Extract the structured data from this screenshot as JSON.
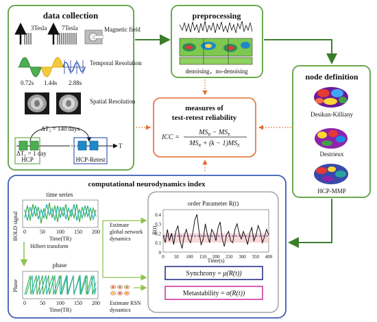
{
  "data_collection": {
    "title": "data collection",
    "mri": {
      "t3": "3Tesla",
      "t7": "7Tesla",
      "magnetic": "Magnetic field"
    },
    "temporal": {
      "label": "Temporal Resolution",
      "times": [
        "0.72s",
        "1.44s",
        "2.88s"
      ]
    },
    "spatial": {
      "label": "Spatial Resolution"
    },
    "timeline": {
      "dt2": "ΔT₂ = 140 days",
      "dt1": "ΔT₁ = 1 day",
      "t_axis": "T",
      "hcp": "HCP",
      "retest": "HCP-Retest"
    }
  },
  "preprocessing": {
    "title": "preprocessing",
    "caption": "denoising，no-denoising"
  },
  "node_definition": {
    "title": "node definition",
    "atlases": [
      "Desikan-Killiany",
      "Destrieux",
      "HCP-MMP"
    ]
  },
  "measures": {
    "title_line1": "measures of",
    "title_line2": "test-retest reliability"
  },
  "neuro": {
    "title": "computational neurodynamics index",
    "ts": {
      "title": "time series",
      "ylabel": "BOLD signal",
      "xlabel": "Time(TR)",
      "ticks": [
        "0",
        "50",
        "100",
        "150",
        "200"
      ]
    },
    "hilbert": "Hilbert transform",
    "phase": {
      "title": "phase",
      "ylabel": "Phase",
      "xlabel": "Time(TR)",
      "ticks": [
        "0",
        "50",
        "100",
        "150",
        "200"
      ]
    },
    "global_label": [
      "Estimate",
      "global network",
      "dynamics"
    ],
    "rsn_label": [
      "Estimate RSN",
      "dynamics"
    ],
    "order": {
      "title": "order Parameter R(t)",
      "ylabel": "R(t)",
      "xlabel": "Time(s)",
      "xticks": [
        "0",
        "50",
        "100",
        "150",
        "200",
        "250",
        "300",
        "350",
        "400"
      ],
      "yticks": [
        "0.4",
        "0.3",
        "0.2",
        "0.1",
        "0"
      ],
      "values": [
        0.18,
        0.1,
        0.24,
        0.12,
        0.2,
        0.08,
        0.22,
        0.28,
        0.12,
        0.04,
        0.18,
        0.24,
        0.14,
        0.1,
        0.2,
        0.34,
        0.4,
        0.22,
        0.08,
        0.14,
        0.3,
        0.18,
        0.1,
        0.24,
        0.2,
        0.12,
        0.26,
        0.32,
        0.14,
        0.06,
        0.18,
        0.22,
        0.12,
        0.1,
        0.24,
        0.3,
        0.2,
        0.14,
        0.22,
        0.16,
        0.08,
        0.2,
        0.26,
        0.12,
        0.18,
        0.28,
        0.22,
        0.1,
        0.16,
        0.24,
        0.18
      ],
      "mean_line": 0.17
    },
    "synchrony": {
      "lhs": "Synchrony =",
      "rhs": "μ(R(t))"
    },
    "metastability": {
      "lhs": "Metastability =",
      "rhs": "σ(R(t))"
    }
  },
  "colors": {
    "green_border": "#6aa84f",
    "arrow_green": "#3a7d2a",
    "orange": "#e26a2c",
    "blue_border": "#3b5bb8",
    "navy": "#1a237e",
    "magenta": "#cc2a9a",
    "teal": "#2ab5b0",
    "lime": "#5cb85c"
  }
}
